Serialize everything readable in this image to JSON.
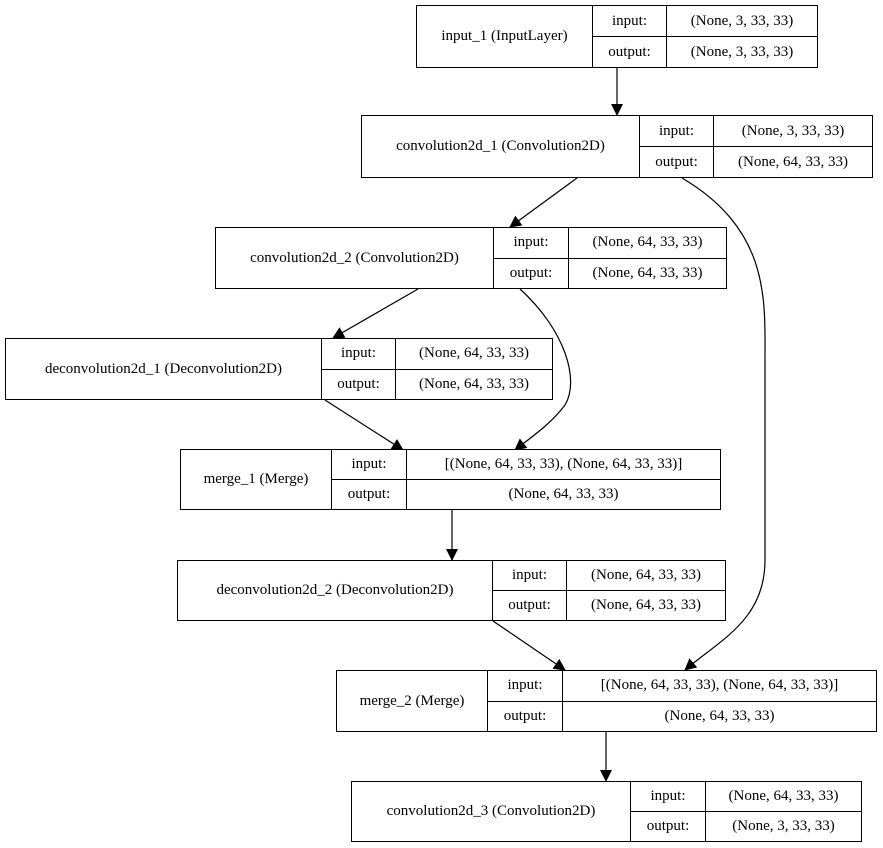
{
  "diagram": {
    "nodes": [
      {
        "id": "input_1",
        "name": "input_1 (InputLayer)",
        "input_label": "input:",
        "output_label": "output:",
        "input": "(None, 3, 33, 33)",
        "output": "(None, 3, 33, 33)"
      },
      {
        "id": "convolution2d_1",
        "name": "convolution2d_1 (Convolution2D)",
        "input_label": "input:",
        "output_label": "output:",
        "input": "(None, 3, 33, 33)",
        "output": "(None, 64, 33, 33)"
      },
      {
        "id": "convolution2d_2",
        "name": "convolution2d_2 (Convolution2D)",
        "input_label": "input:",
        "output_label": "output:",
        "input": "(None, 64, 33, 33)",
        "output": "(None, 64, 33, 33)"
      },
      {
        "id": "deconvolution2d_1",
        "name": "deconvolution2d_1 (Deconvolution2D)",
        "input_label": "input:",
        "output_label": "output:",
        "input": "(None, 64, 33, 33)",
        "output": "(None, 64, 33, 33)"
      },
      {
        "id": "merge_1",
        "name": "merge_1 (Merge)",
        "input_label": "input:",
        "output_label": "output:",
        "input": "[(None, 64, 33, 33), (None, 64, 33, 33)]",
        "output": "(None, 64, 33, 33)"
      },
      {
        "id": "deconvolution2d_2",
        "name": "deconvolution2d_2 (Deconvolution2D)",
        "input_label": "input:",
        "output_label": "output:",
        "input": "(None, 64, 33, 33)",
        "output": "(None, 64, 33, 33)"
      },
      {
        "id": "merge_2",
        "name": "merge_2 (Merge)",
        "input_label": "input:",
        "output_label": "output:",
        "input": "[(None, 64, 33, 33), (None, 64, 33, 33)]",
        "output": "(None, 64, 33, 33)"
      },
      {
        "id": "convolution2d_3",
        "name": "convolution2d_3 (Convolution2D)",
        "input_label": "input:",
        "output_label": "output:",
        "input": "(None, 64, 33, 33)",
        "output": "(None, 3, 33, 33)"
      }
    ],
    "edges": [
      {
        "from": "input_1",
        "to": "convolution2d_1"
      },
      {
        "from": "convolution2d_1",
        "to": "convolution2d_2"
      },
      {
        "from": "convolution2d_1",
        "to": "merge_2"
      },
      {
        "from": "convolution2d_2",
        "to": "deconvolution2d_1"
      },
      {
        "from": "convolution2d_2",
        "to": "merge_1"
      },
      {
        "from": "deconvolution2d_1",
        "to": "merge_1"
      },
      {
        "from": "merge_1",
        "to": "deconvolution2d_2"
      },
      {
        "from": "deconvolution2d_2",
        "to": "merge_2"
      },
      {
        "from": "merge_2",
        "to": "convolution2d_3"
      }
    ]
  }
}
